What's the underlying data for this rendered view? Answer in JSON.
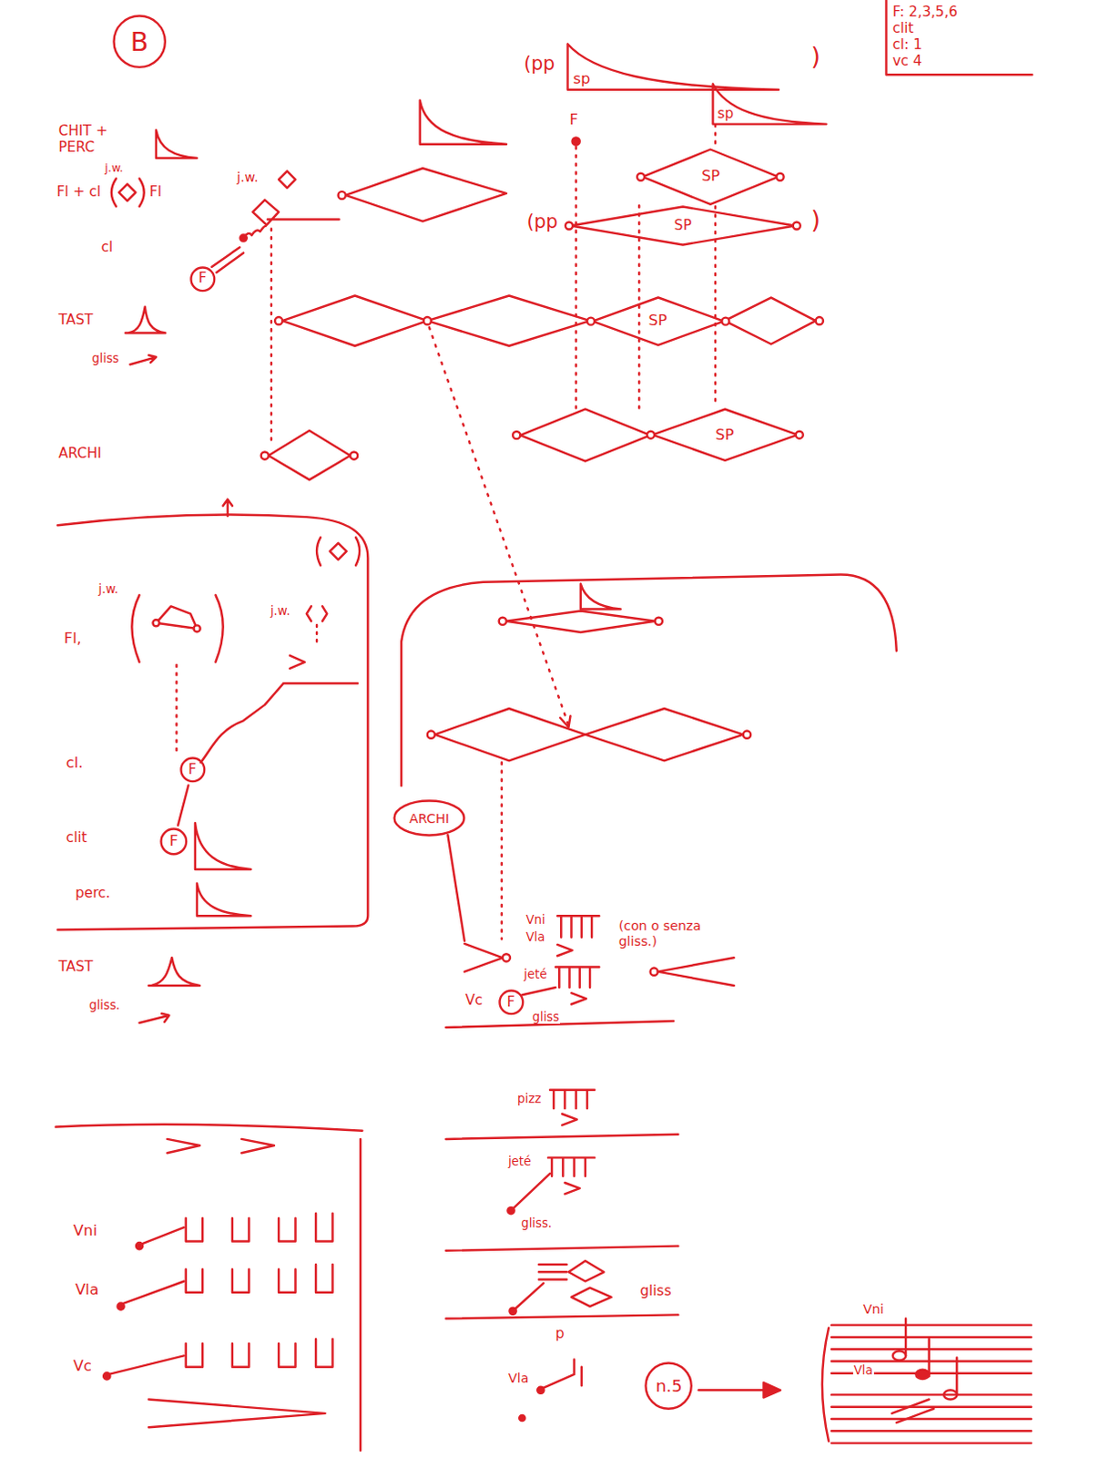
{
  "diagram": {
    "nodes": [
      {
        "text": [
          "B"
        ]
      },
      {
        "text": [
          "F: 2,3,5,6",
          "clit",
          "cl: 1",
          "vc 4"
        ]
      },
      {
        "text": [
          "sp"
        ]
      },
      {
        "text": [
          "sp"
        ]
      },
      {
        "text": [
          "SP"
        ]
      },
      {
        "text": [
          "SP"
        ]
      },
      {
        "text": [
          "SP"
        ]
      },
      {
        "text": [
          "SP"
        ]
      },
      {
        "text": [
          "F"
        ]
      },
      {
        "text": [
          "F"
        ]
      },
      {
        "text": [
          "F"
        ]
      },
      {
        "text": [
          "ARCHI"
        ]
      },
      {
        "text": [
          "F"
        ]
      },
      {
        "text": [
          "n.5"
        ]
      }
    ],
    "edges": [
      {
        "from": 9,
        "to": 10,
        "arrow": "none"
      }
    ],
    "labels": [
      "CHIT + PERC",
      "Fl + cl",
      "j.w.",
      "Fl",
      "cl",
      "j.w.",
      "TAST",
      "gliss",
      "ARCHI",
      "(pp",
      ")",
      "F",
      "(pp",
      ")",
      "j.w.",
      "Fl,",
      "j.w.",
      "cl.",
      "clit",
      "perc.",
      "TAST",
      "gliss.",
      "Vni",
      "Vla",
      "(con o senza gliss.)",
      "jeté",
      "Vc",
      "gliss",
      "pizz",
      "jeté",
      "gliss.",
      "gliss",
      "p",
      "Vla",
      "Vni",
      "Vla",
      "Vc",
      "Vni",
      "Vla"
    ]
  }
}
